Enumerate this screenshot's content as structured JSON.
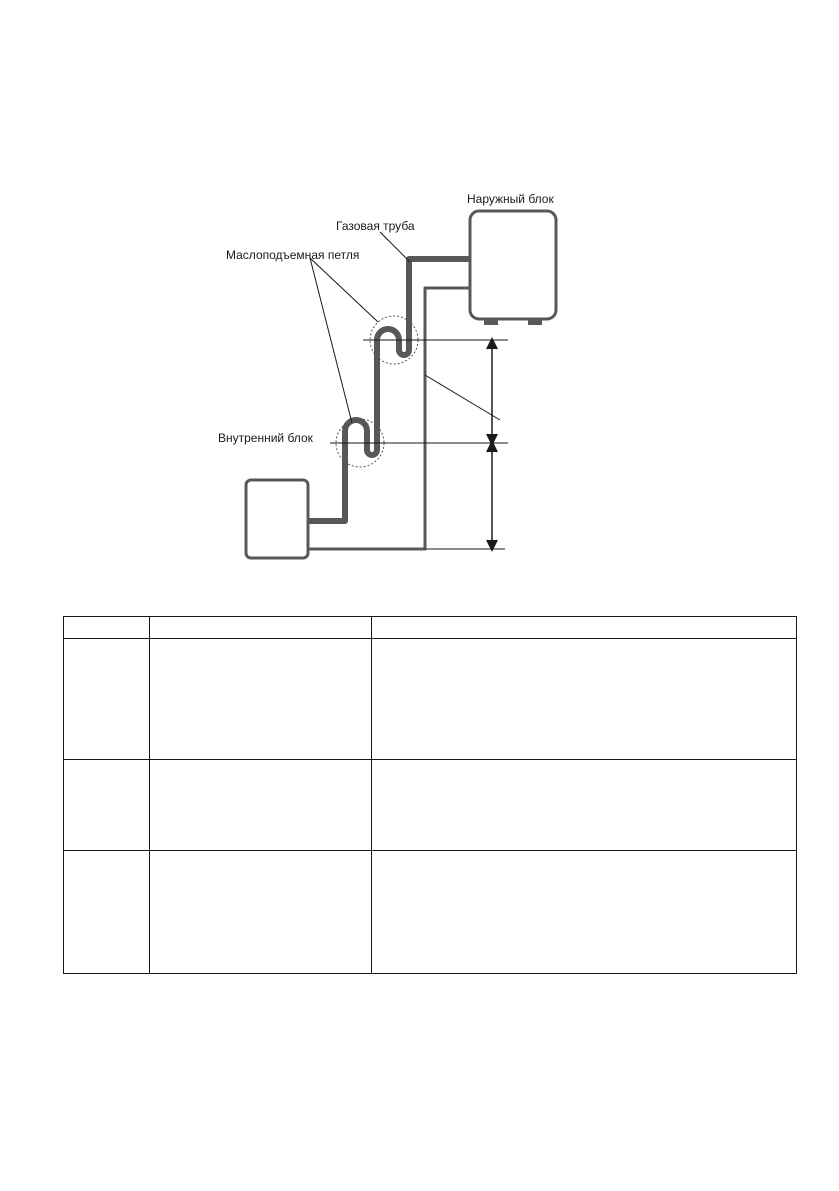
{
  "diagram": {
    "labels": {
      "outdoor_unit": "Наружный блок",
      "gas_pipe": "Газовая труба",
      "oil_lift_loop": "Маслоподъемная петля",
      "indoor_unit": "Внутренний блок"
    }
  },
  "table": {
    "rows": [
      [
        "",
        "",
        ""
      ],
      [
        "",
        "",
        ""
      ],
      [
        "",
        "",
        ""
      ],
      [
        "",
        "",
        ""
      ]
    ]
  }
}
